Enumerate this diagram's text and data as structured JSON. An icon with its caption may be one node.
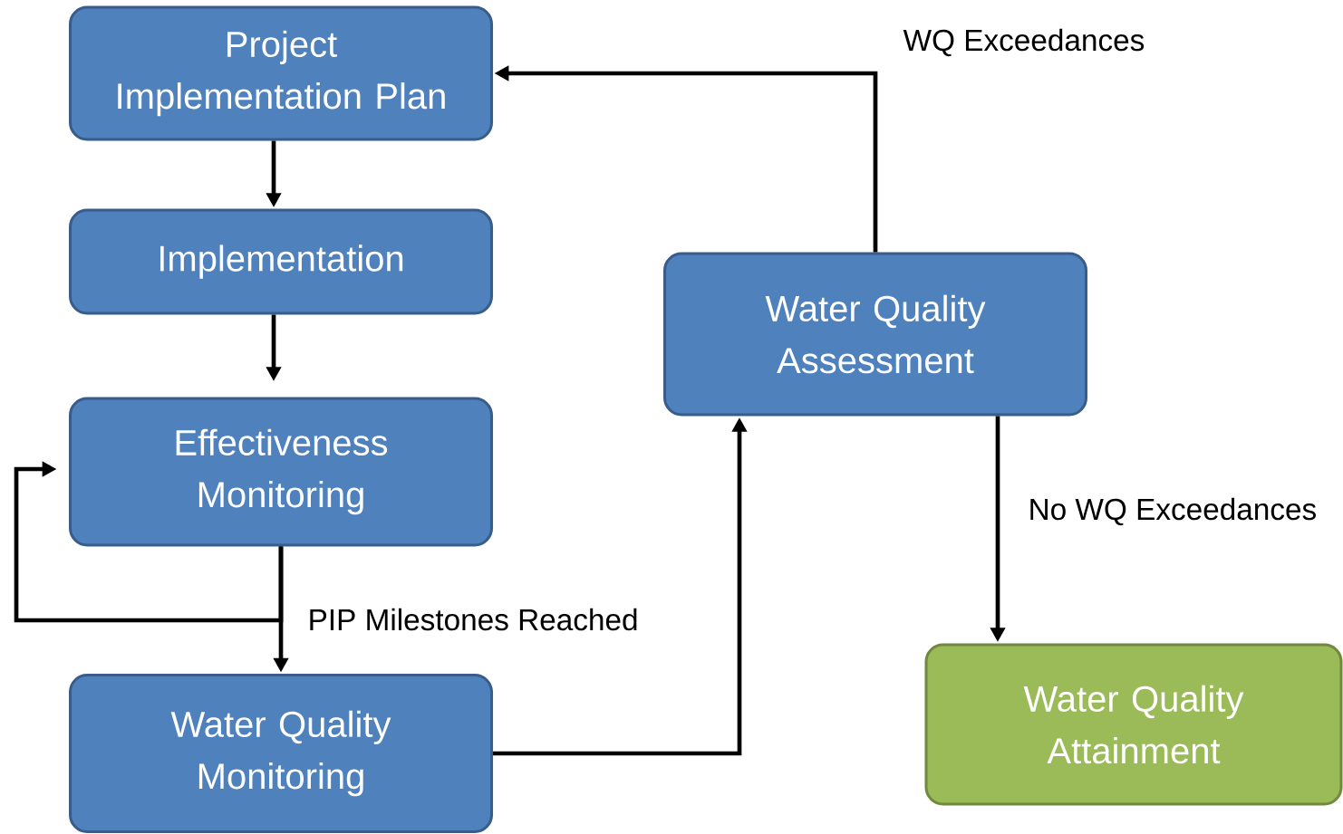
{
  "diagram": {
    "nodes": [
      {
        "text": [
          "Project Implementation Plan"
        ]
      },
      {
        "text": [
          "Implementation"
        ]
      },
      {
        "text": [
          "Effectiveness Monitoring"
        ]
      },
      {
        "text": [
          "Water Quality Monitoring"
        ]
      },
      {
        "text": [
          "Water Quality Assessment"
        ]
      },
      {
        "text": [
          "Water Quality Attainment"
        ]
      }
    ],
    "edges": [
      {
        "from": 0,
        "to": 1,
        "arrow": "to"
      },
      {
        "from": 1,
        "to": 2,
        "arrow": "to"
      },
      {
        "from": 2,
        "to": 3,
        "arrow": "to",
        "label": "PIP Milestones Reached"
      },
      {
        "from": 2,
        "to": 2,
        "arrow": "to"
      },
      {
        "from": 3,
        "to": 4,
        "arrow": "to"
      },
      {
        "from": 4,
        "to": 0,
        "arrow": "to",
        "label": "WQ Exceedances"
      },
      {
        "from": 4,
        "to": 5,
        "arrow": "to",
        "label": "No WQ Exceedances"
      }
    ]
  }
}
